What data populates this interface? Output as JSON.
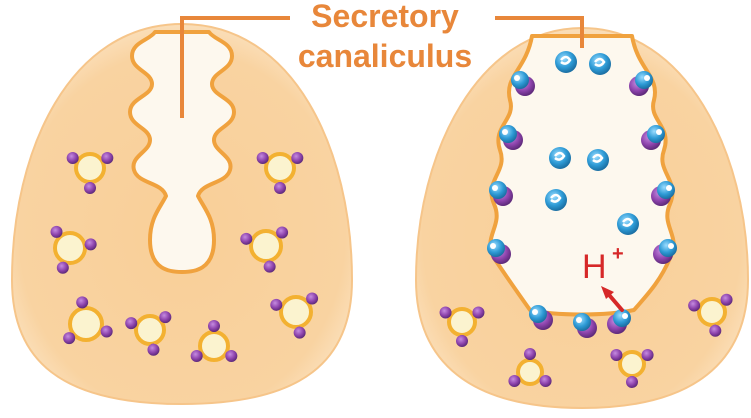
{
  "label": {
    "line1": "Secretory",
    "line2": "canaliculus"
  },
  "ion": {
    "symbol": "H",
    "charge": "+"
  },
  "colors": {
    "label_orange": "#e8873a",
    "cell_fill": "#f9d3a1",
    "cell_edge": "#fbe4c4",
    "membrane": "#f0a23e",
    "lumen": "#fdf8ee",
    "vesicle_fill": "#fbf3cf",
    "vesicle_ring": "#f3b131",
    "pump_purple": "#8e44ad",
    "pump_blue": "#2e9bd6",
    "ion_red": "#d62828"
  },
  "icons": {
    "pump": "proton-pump-icon",
    "vesicle": "tubulovesicle-icon",
    "arrow": "arrow-icon"
  }
}
